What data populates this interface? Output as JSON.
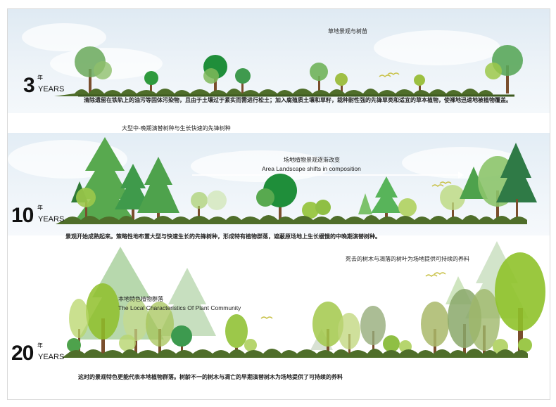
{
  "stage1": {
    "year_number": "3",
    "year_char": "年",
    "year_en": "YEARS",
    "title": "草地景观与树苗",
    "caption": "清除遗留在铁轨上的油污等固体污染物，且由于土壤过于紧实而需进行松土；加入腐殖质土壤和草籽，栽种耐性强的先锋草类和适宜的草本植物，使裸地迅速地被植物覆盖。"
  },
  "stage2": {
    "year_number": "10",
    "year_char": "年",
    "year_en": "YEARS",
    "heading": "大型中-晚期演替树种与生长快速的先锋树种",
    "label_cn": "场地植物景观逐渐改变",
    "label_en": "Area Landscape shifts in composition",
    "caption": "景观开始成熟起来。策略性地布置大型与快速生长的先锋树种，形成特有植物群落，遮蔽原场地上生长缓慢的中晚期演替树种。"
  },
  "stage3": {
    "year_number": "20",
    "year_char": "年",
    "year_en": "YEARS",
    "label_cn": "本地特色植物群落",
    "label_en": "The Local Characteristics Of Plant Community",
    "note": "死去的树木与凋落的树叶为场地提供可持续的养料",
    "caption": "这时的景观特色更能代表本地植物群落。树龄不一的树木与凋亡的早期演替树木为场地提供了可持续的养料"
  },
  "colors": {
    "sky": "#e6eff6",
    "grass_dark": "#3f5d2a",
    "grass_mid": "#6f8f3a",
    "green_bright": "#2f9a45",
    "green_light": "#9cc84a",
    "trunk": "#7a4e2d"
  }
}
